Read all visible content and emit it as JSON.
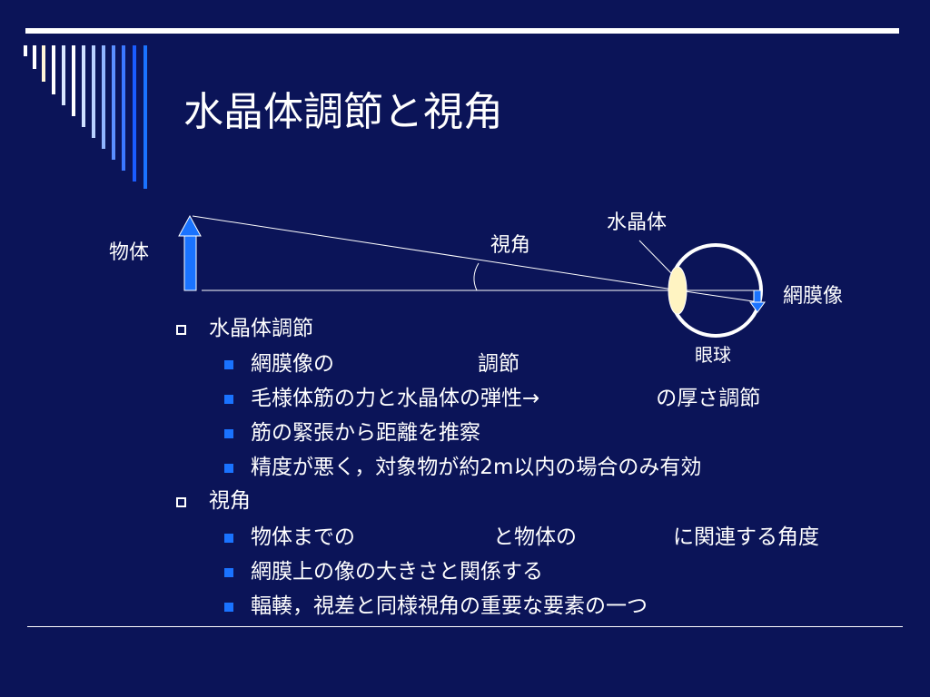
{
  "slide": {
    "title": "水晶体調節と視角",
    "colors": {
      "background": "#0b1458",
      "text": "#ffffff",
      "accent_blue": "#1a73ff",
      "lens": "#fff4c2"
    }
  },
  "diagram": {
    "object_label": "物体",
    "visual_angle_label": "視角",
    "lens_label": "水晶体",
    "retinal_image_label": "網膜像",
    "eyeball_label": "眼球"
  },
  "bullets": {
    "section1": {
      "heading": "水晶体調節",
      "items": [
        {
          "a": "網膜像の",
          "b": "調節"
        },
        {
          "a": "毛様体筋の力と水晶体の弾性→",
          "b": "の厚さ調節"
        },
        {
          "a": "筋の緊張から距離を推察"
        },
        {
          "a": "精度が悪く，対象物が約2m以内の場合のみ有効"
        }
      ]
    },
    "section2": {
      "heading": "視角",
      "items": [
        {
          "a": "物体までの",
          "b": "と物体の",
          "c": "に関連する角度"
        },
        {
          "a": "網膜上の像の大きさと関係する"
        },
        {
          "a": "輻輳，視差と同様視角の重要な要素の一つ"
        }
      ]
    }
  }
}
